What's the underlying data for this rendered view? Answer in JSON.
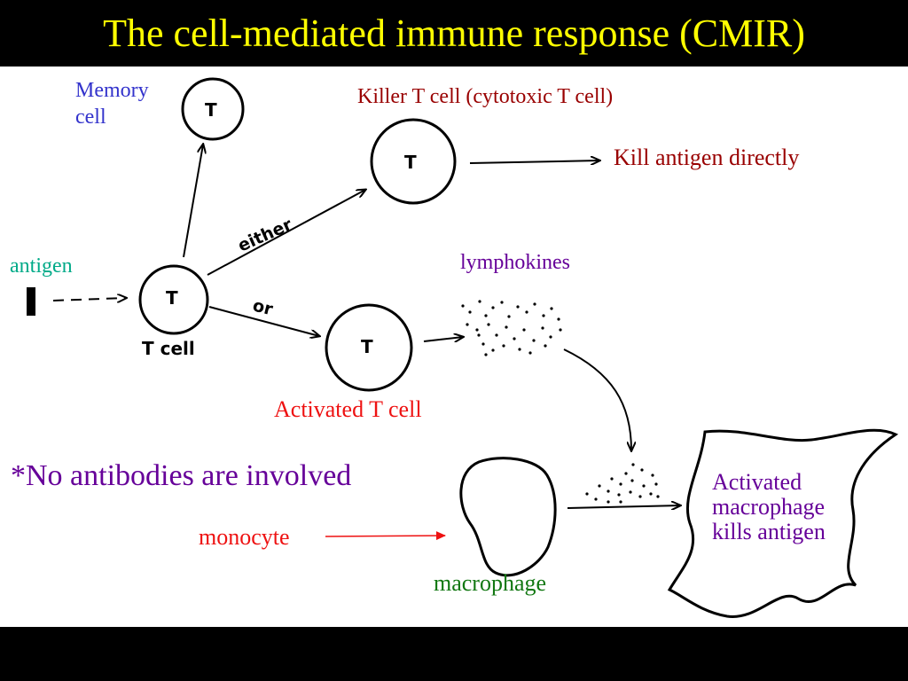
{
  "title": "The cell-mediated immune response (CMIR)",
  "labels": {
    "memory_cell": "Memory\ncell",
    "killer_t_cell": "Killer T cell (cytotoxic T cell)",
    "kill_antigen": "Kill antigen directly",
    "antigen": "antigen",
    "lymphokines": "lymphokines",
    "activated_t_cell": "Activated T cell",
    "no_antibodies": "*No antibodies are involved",
    "monocyte": "monocyte",
    "macrophage": "macrophage",
    "activated_macrophage": "Activated\nmacrophage\nkills antigen"
  },
  "handwritten": {
    "t": "T",
    "t_cell": "T cell",
    "either": "either",
    "or": "or"
  },
  "colors": {
    "title": "#ffff00",
    "memory": "#3333cc",
    "killer": "#990000",
    "antigen": "#00aa88",
    "lymphokines": "#660099",
    "activated": "#ee1111",
    "note": "#660099",
    "monocyte": "#ee1111",
    "macrophage": "#117711",
    "activated_macrophage": "#660099"
  }
}
